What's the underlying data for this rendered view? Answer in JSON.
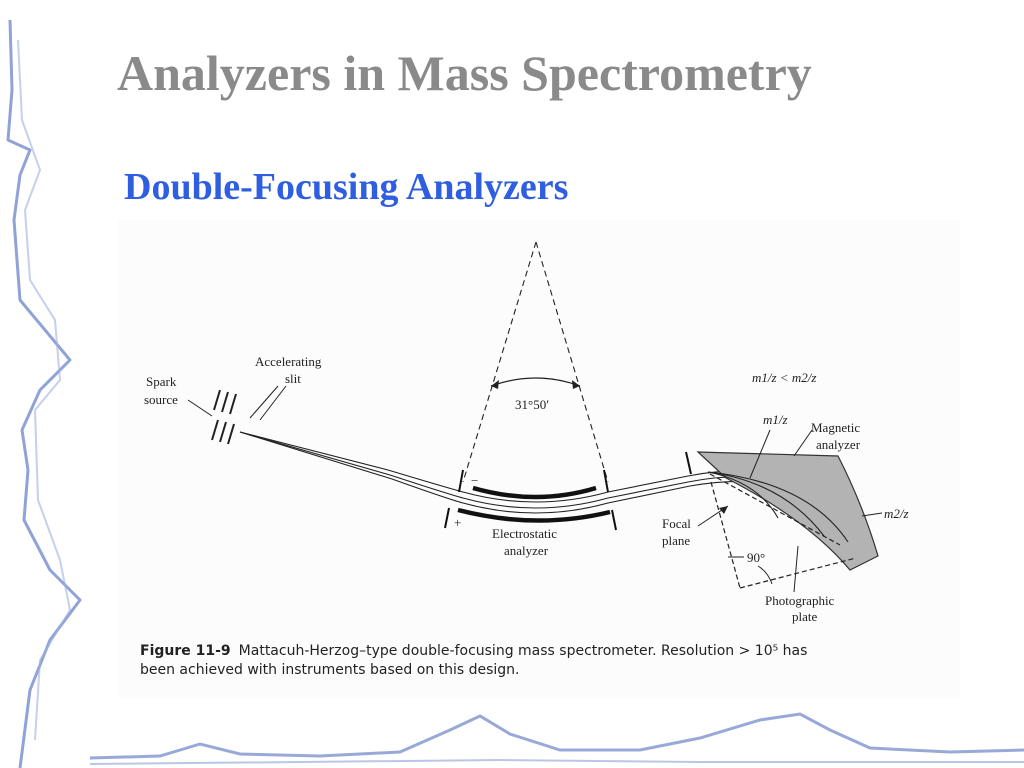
{
  "slide": {
    "title": "Analyzers in Mass Spectrometry",
    "subtitle": "Double-Focusing Analyzers"
  },
  "figure": {
    "labels": {
      "spark": "Spark",
      "source": "source",
      "accelerating": "Accelerating",
      "slit": "slit",
      "angle": "31°50′",
      "minus": "−",
      "plus": "+",
      "electrostatic": "Electrostatic",
      "analyzer_e": "analyzer",
      "ratio": "m1/z < m2/z",
      "m1": "m1/z",
      "magnetic": "Magnetic",
      "analyzer_m": "analyzer",
      "m2": "m2/z",
      "focal": "Focal",
      "plane": "plane",
      "right_angle": "90°",
      "photographic": "Photographic",
      "plate": "plate"
    },
    "caption": {
      "number": "Figure 11-9",
      "text": "Mattacuh-Herzog–type double-focusing mass spectrometer. Resolution > 10⁵ has been achieved with instruments based on this design."
    }
  }
}
